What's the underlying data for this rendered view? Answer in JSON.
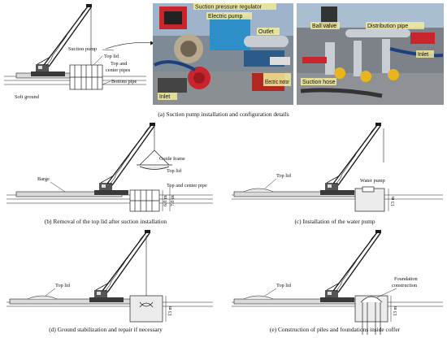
{
  "panel_a": {
    "labels": {
      "suction_pump": "Suction pump",
      "top_lid": "Top lid",
      "top_center_pipes_1": "Top and",
      "top_center_pipes_2": "center pipes",
      "bottom_pipe": "Bottom pipe",
      "soft_ground": "Soft ground"
    },
    "photo1_labels": {
      "suction_regulator": "Suction pressure regulator",
      "electric_pump": "Electric pump",
      "outlet": "Outlet",
      "electric_motor": "Electric motor",
      "inlet": "Inlet"
    },
    "photo2_labels": {
      "ball_valve": "Ball valve",
      "distribution_pipe": "Distribution pipe",
      "inlet": "Inlet",
      "suction_hose": "Suction hose"
    },
    "caption": "(a) Suction pump installation and configuration details"
  },
  "panel_b": {
    "labels": {
      "guide_frame": "Guide frame",
      "top_lid": "Top lid",
      "barge": "Barge",
      "top_center_pipe": "Top and center pipe",
      "dim_1": "6.0 m",
      "dim_2": "7.0 m"
    },
    "caption": "(b) Removal of the top lid after suction installation"
  },
  "panel_c": {
    "labels": {
      "top_lid": "Top lid",
      "water_pump": "Water pump",
      "dim": "13 m"
    },
    "caption": "(c) Installation of the water pump"
  },
  "panel_d": {
    "labels": {
      "top_lid": "Top lid",
      "dim": "13 m"
    },
    "caption": "(d) Ground stabilization and repair if necessary"
  },
  "panel_e": {
    "labels": {
      "top_lid": "Top lid",
      "foundation_1": "Foundation",
      "foundation_2": "construction",
      "dim": "13 m"
    },
    "caption": "(e) Construction of piles and foundations inside coffer"
  },
  "colors": {
    "line": "#1a1a1a",
    "water": "#6b6b6b",
    "photo_sky": "#8da7c4",
    "pump_red": "#c8262c",
    "pump_blue": "#2f8fc9",
    "photo_label_bg": "#f2ea9a"
  }
}
